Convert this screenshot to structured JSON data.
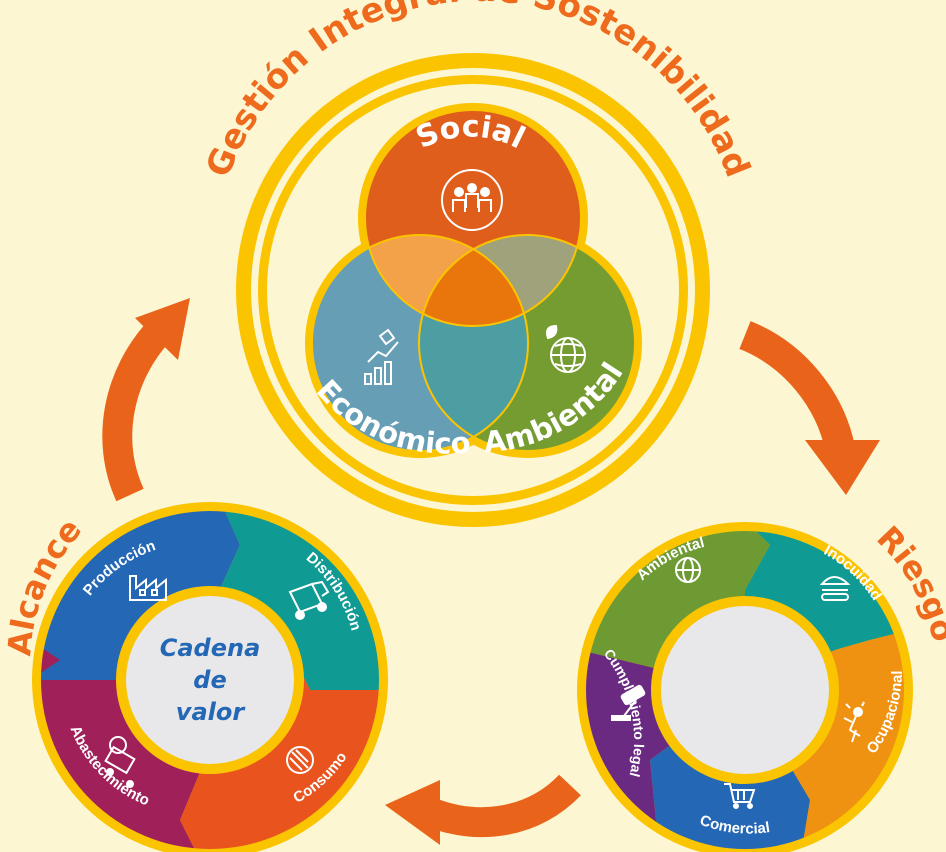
{
  "title": "Gestión Integral de Sostenibilidad",
  "venn": {
    "social": "Social",
    "economico": "Económico",
    "ambiental": "Ambiental"
  },
  "alcance": {
    "label": "Alcance",
    "center": [
      "Cadena",
      "de",
      "valor"
    ],
    "segments": [
      "Producción",
      "Distribución",
      "Consumo",
      "Abastecimiento"
    ]
  },
  "riesgo": {
    "label": "Riesgo",
    "segments": [
      "Ambiental",
      "Inocuidad",
      "Ocupacional",
      "Comercial",
      "Cumplimiento legal"
    ]
  },
  "colors": {
    "background": "#fdf6d2",
    "ring": "#fbc400",
    "orange": "#e9641a",
    "social": "#e05e1c",
    "economico": "#5e9cc0",
    "ambiental": "#6e9a34",
    "blue": "#2367b5",
    "teal": "#0f9a93",
    "purple": "#6b2a82",
    "magenta": "#a0205a",
    "amber": "#ef9212",
    "title_orange": "#ee6a1c"
  }
}
